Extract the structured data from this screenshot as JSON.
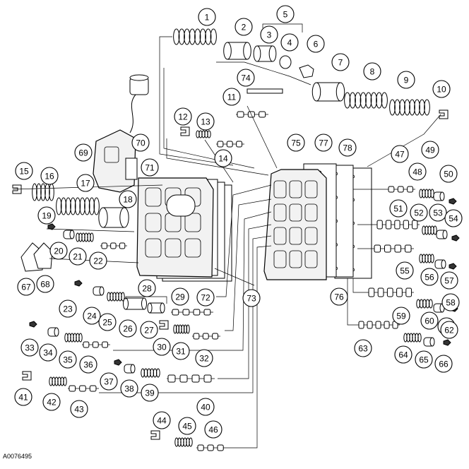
{
  "reference_code": "A0076495",
  "callouts": [
    "1",
    "2",
    "3",
    "4",
    "5",
    "6",
    "7",
    "8",
    "9",
    "10",
    "11",
    "12",
    "13",
    "14",
    "15",
    "16",
    "17",
    "18",
    "19",
    "20",
    "21",
    "22",
    "23",
    "24",
    "25",
    "26",
    "27",
    "28",
    "29",
    "30",
    "31",
    "32",
    "33",
    "34",
    "35",
    "36",
    "37",
    "38",
    "39",
    "40",
    "41",
    "42",
    "43",
    "44",
    "45",
    "46",
    "47",
    "48",
    "49",
    "50",
    "51",
    "52",
    "53",
    "54",
    "55",
    "56",
    "57",
    "58",
    "59",
    "60",
    "61",
    "62",
    "63",
    "64",
    "65",
    "66",
    "67",
    "68",
    "69",
    "70",
    "71",
    "72",
    "73",
    "74",
    "75",
    "76",
    "77",
    "78"
  ]
}
